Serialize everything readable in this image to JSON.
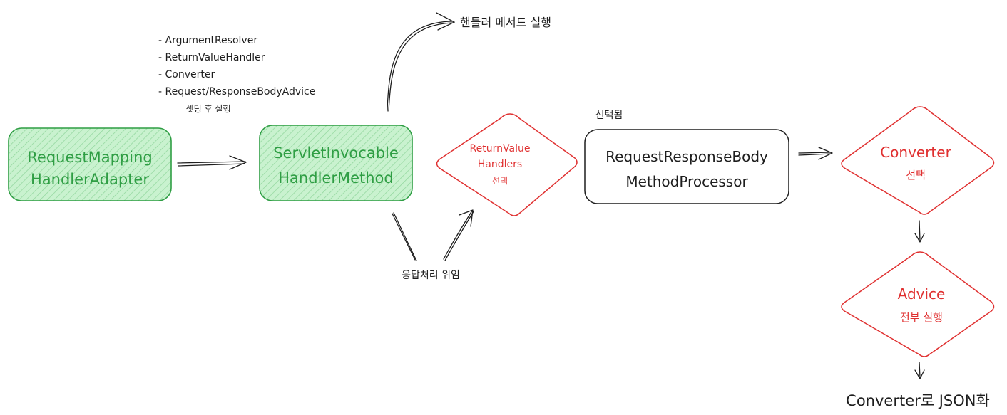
{
  "colors": {
    "green_stroke": "#2f9e44",
    "green_fill": "#b2f2bb",
    "red": "#e03131",
    "ink": "#1e1e1e",
    "background": "#ffffff"
  },
  "nodes": {
    "adapter": {
      "line1": "RequestMapping",
      "line2": "HandlerAdapter"
    },
    "invocable": {
      "line1": "ServletInvocable",
      "line2": "HandlerMethod"
    },
    "return_value": {
      "line1": "ReturnValue",
      "line2": "Handlers",
      "line3": "선택"
    },
    "processor": {
      "line1": "RequestResponseBody",
      "line2": "MethodProcessor"
    },
    "converter": {
      "line1": "Converter",
      "line2": "선택"
    },
    "advice": {
      "line1": "Advice",
      "line2": "전부 실행"
    }
  },
  "annotations": {
    "setup_list": [
      "- ArgumentResolver",
      "- ReturnValueHandler",
      "- Converter",
      "- Request/ResponseBodyAdvice"
    ],
    "setup_caption": "셋팅 후 실행",
    "handler_exec": "핸들러 메서드 실행",
    "response_delegate": "응답처리 위임",
    "selected": "선택됨",
    "final": "Converter로 JSON화"
  }
}
